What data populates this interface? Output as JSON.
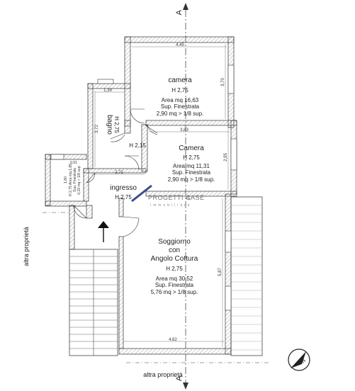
{
  "section_marker": "A",
  "watermark": {
    "primary": "PROGETTI CASE",
    "primary_joint": "&",
    "secondary": "immobiliare"
  },
  "outside_labels": {
    "left": "altra proprietà",
    "bottom": "altra proprietà"
  },
  "rooms": {
    "camera_top": {
      "name": "camera",
      "height": "H 2,75",
      "area": "Area mq 16,63",
      "window_label": "Sup. Finestrata",
      "window_ratio": "2,90 mq > 1/8 sup.",
      "dim_width": "4,45",
      "dim_depth": "3,70"
    },
    "bagno": {
      "name": "bagno",
      "height": "H 2,75",
      "dim_width": "1,39",
      "dim_depth": "3,72"
    },
    "hall": {
      "height": "H 2,15"
    },
    "camera_mid": {
      "name": "Camera",
      "height": "H 2,75",
      "area": "Area mq 11,31",
      "window_label": "Sup. Finestrata",
      "window_ratio": "2,90 mq > 1/8 sup.",
      "dim_width": "3,83",
      "dim_depth": "2,95"
    },
    "ingresso": {
      "name": "ingresso",
      "height": "H 2,75",
      "dim_width": "2,72"
    },
    "closet": {
      "dim_width": "0,91",
      "dim_depth": "1,80",
      "lines": [
        "H 2,75 Area mq 1,85",
        "Sup. Finestrata",
        "0,19 mq > 1/8 sup."
      ]
    },
    "soggiorno": {
      "name_line1": "Soggiorno",
      "name_line2": "con",
      "name_line3": "Angolo Cottura",
      "height": "H 2,75",
      "area": "Area mq 30,52",
      "window_label": "Sup. Finestrata",
      "window_ratio": "5,76 mq > 1/8 sup.",
      "dim_width": "4,62",
      "dim_depth": "5,87"
    }
  }
}
